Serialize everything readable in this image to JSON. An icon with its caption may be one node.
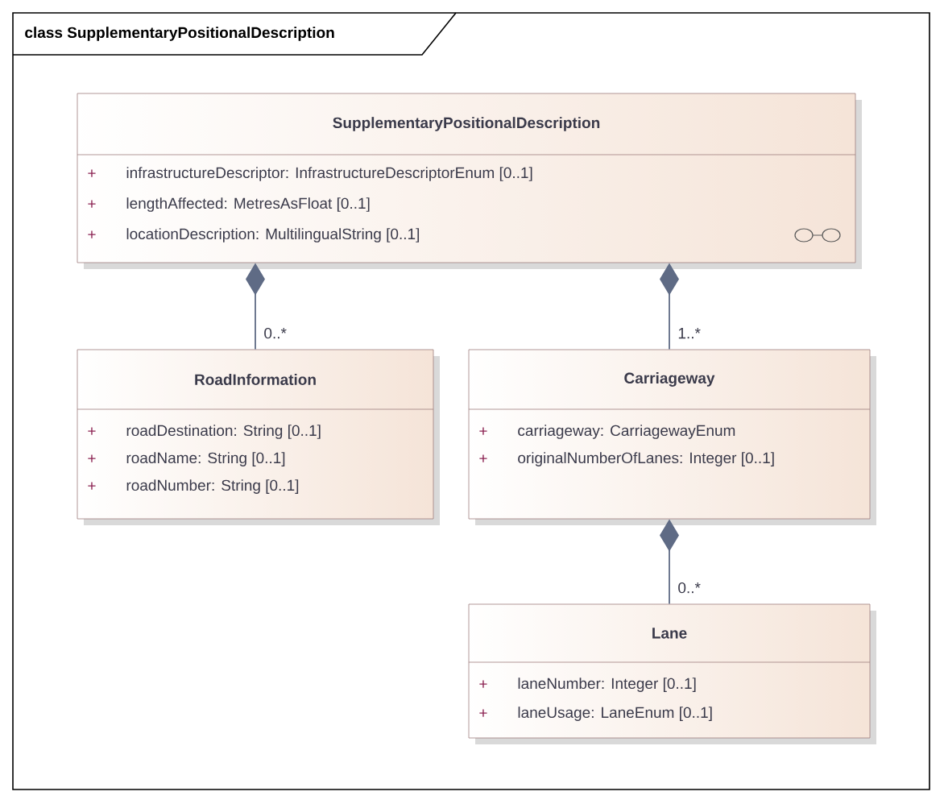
{
  "diagram": {
    "nodes": [
      {
        "text": [
          "class SupplementaryPositionalDescription"
        ]
      },
      {
        "text": [
          "SupplementaryPositionalDescription",
          "+",
          "infrastructureDescriptor: InfrastructureDescriptorEnum [0..1]",
          "+",
          "lengthAffected: MetresAsFloat [0..1]",
          "+",
          "locationDescription: MultilingualString [0..1]"
        ],
        "in": 0
      },
      {
        "text": [
          "RoadInformation",
          "+",
          "roadDestination: String [0..1]",
          "+",
          "roadName: String [0..1]",
          "+",
          "roadNumber: String [0..1]"
        ],
        "in": 0
      },
      {
        "text": [
          "Carriageway",
          "+",
          "carriageway: CarriagewayEnum",
          "+",
          "originalNumberOfLanes: Integer [0..1]"
        ],
        "in": 0
      },
      {
        "text": [
          "Lane",
          "+",
          "laneNumber: Integer [0..1]",
          "+",
          "laneUsage: LaneEnum [0..1]"
        ],
        "in": 0
      }
    ],
    "edges": [
      {
        "from": 1,
        "to": 2,
        "arrow": "other",
        "label": "0..*"
      },
      {
        "from": 1,
        "to": 3,
        "arrow": "other",
        "label": "1..*"
      },
      {
        "from": 3,
        "to": 4,
        "arrow": "other",
        "label": "0..*"
      }
    ]
  }
}
